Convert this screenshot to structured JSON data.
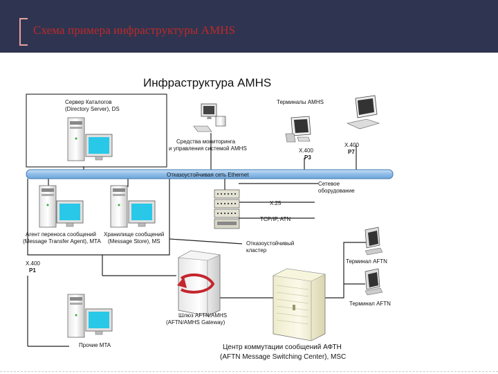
{
  "slide": {
    "title": "Схема примера инфраструктуры AMHS"
  },
  "diagram": {
    "title": "Инфраструктура AMHS",
    "nodes": {
      "directory_server": {
        "line1": "Сервер Каталогов",
        "line2": "(Directory Server), DS"
      },
      "monitoring": {
        "line1": "Средства мониторинга",
        "line2": "и управления системой AMHS"
      },
      "terminals_amhs": {
        "label": "Терминалы AMHS"
      },
      "terminal_p3": {
        "line1": "X.400",
        "line2": "P3"
      },
      "terminal_p7": {
        "line1": "X.400",
        "line2": "P7"
      },
      "ethernet": {
        "label": "Отказоустойчивая сеть Ethernet"
      },
      "network_equipment": {
        "line1": "Сетевое",
        "line2": "оборудование"
      },
      "x25": {
        "label": "X.25"
      },
      "tcpip": {
        "label": "TCP/IP, ATN"
      },
      "mta": {
        "line1": "Агент переноса сообщений",
        "line2": "(Message Transfer Agent), MTA"
      },
      "message_store": {
        "line1": "Хранилище сообщений",
        "line2": "(Message Store), MS"
      },
      "cluster": {
        "line1": "Отказоустойчивый",
        "line2": "кластер"
      },
      "x400_p1": {
        "line1": "X.400",
        "line2": "P1"
      },
      "gateway": {
        "line1": "Шлюз AFTN/AMHS",
        "line2": "(AFTN/AMHS Gateway)"
      },
      "aftn_terminal_1": {
        "label": "Терминал AFTN"
      },
      "aftn_terminal_2": {
        "label": "Терминал AFTN"
      },
      "other_mta": {
        "label": "Прочие MTA"
      },
      "msc": {
        "line1": "Центр коммутации сообщений АФТН",
        "line2": "(AFTN Message Switching Center), MSC"
      }
    }
  },
  "colors": {
    "header_bg": "#2f3550",
    "title_red": "#c0282a",
    "ethernet_bar": "#9ec5e8",
    "screen_cyan": "#29c8e8",
    "arrow_red": "#c4262e"
  }
}
